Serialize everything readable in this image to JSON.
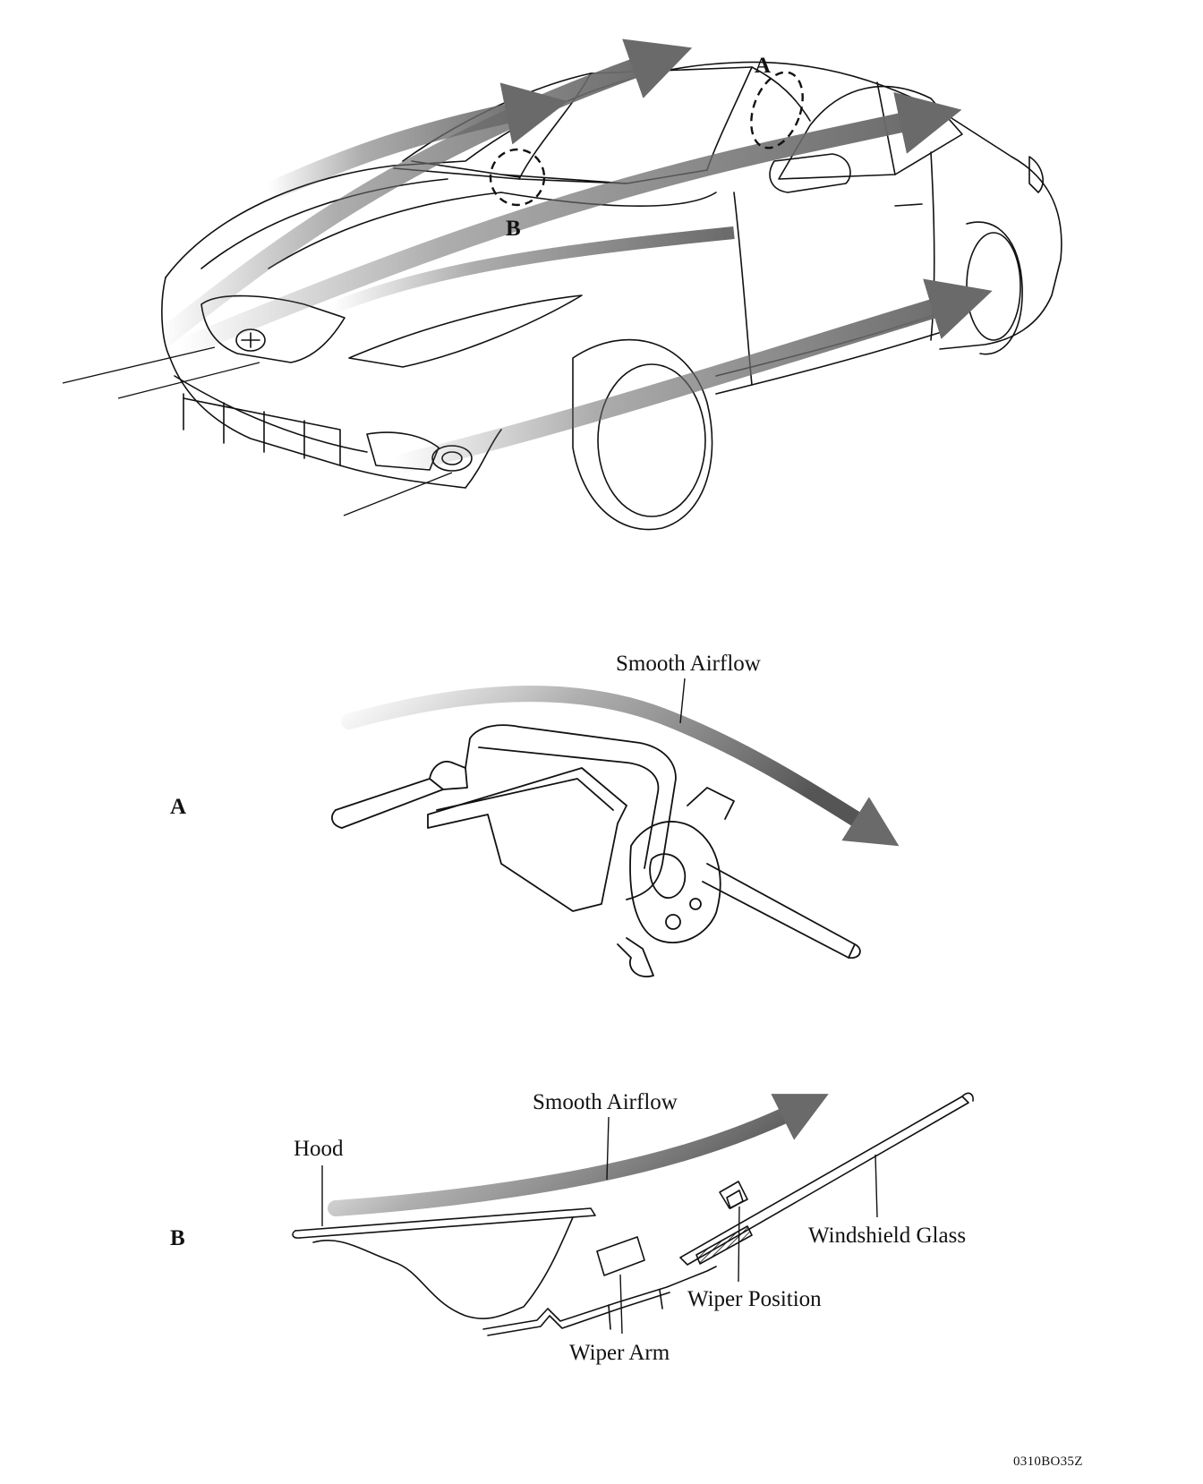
{
  "colors": {
    "ink": "#111111",
    "airflow_arrow": "#6a6a6a",
    "airflow_fade": "#d0d0d0",
    "background": "#ffffff"
  },
  "car": {
    "callout_a": "A",
    "callout_b": "B"
  },
  "detail_a": {
    "section_label": "A",
    "airflow_label": "Smooth Airflow"
  },
  "detail_b": {
    "section_label": "B",
    "airflow_label": "Smooth Airflow",
    "hood_label": "Hood",
    "windshield_label": "Windshield Glass",
    "wiper_position_label": "Wiper Position",
    "wiper_arm_label": "Wiper Arm"
  },
  "figure_code": "0310BO35Z"
}
